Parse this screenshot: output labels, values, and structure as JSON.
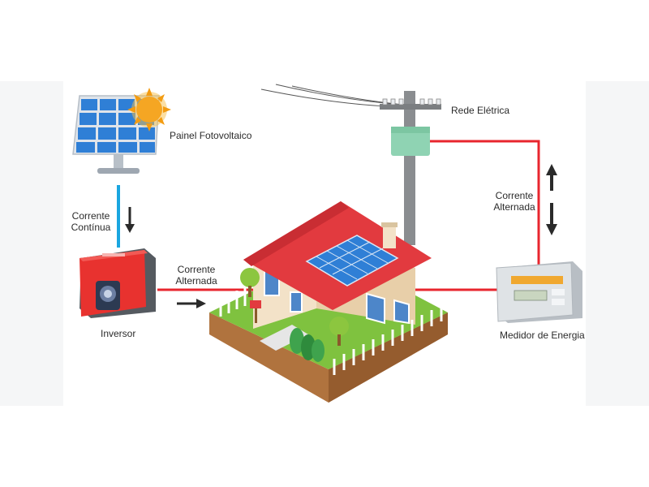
{
  "labels": {
    "panel": "Painel Fotovoltaico",
    "grid": "Rede Elétrica",
    "dc_current": [
      "Corrente",
      "Contínua"
    ],
    "ac_current_left": [
      "Corrente",
      "Alternada"
    ],
    "ac_current_right": [
      "Corrente",
      "Alternada"
    ],
    "inverter": "Inversor",
    "meter": "Medidor de Energia"
  },
  "colors": {
    "ac_line": "#e8262e",
    "dc_line": "#1aa6e0",
    "arrow": "#2a2a2a",
    "roof": "#e23a3f",
    "wall": "#f3e2c8",
    "grass": "#7fc23f",
    "soil": "#b0733e",
    "pole": "#8a8d90",
    "solar_cell": "#2f7fd6",
    "sun": "#f5a623",
    "inverter_body": "#e8322f",
    "meter_body": "#dfe3e6",
    "transformer": "#8fd3b3"
  },
  "icons": {
    "panel": "solar-panel-icon",
    "sun": "sun-icon",
    "inverter": "inverter-icon",
    "meter": "energy-meter-icon",
    "house": "house-icon",
    "pole": "utility-pole-icon"
  }
}
